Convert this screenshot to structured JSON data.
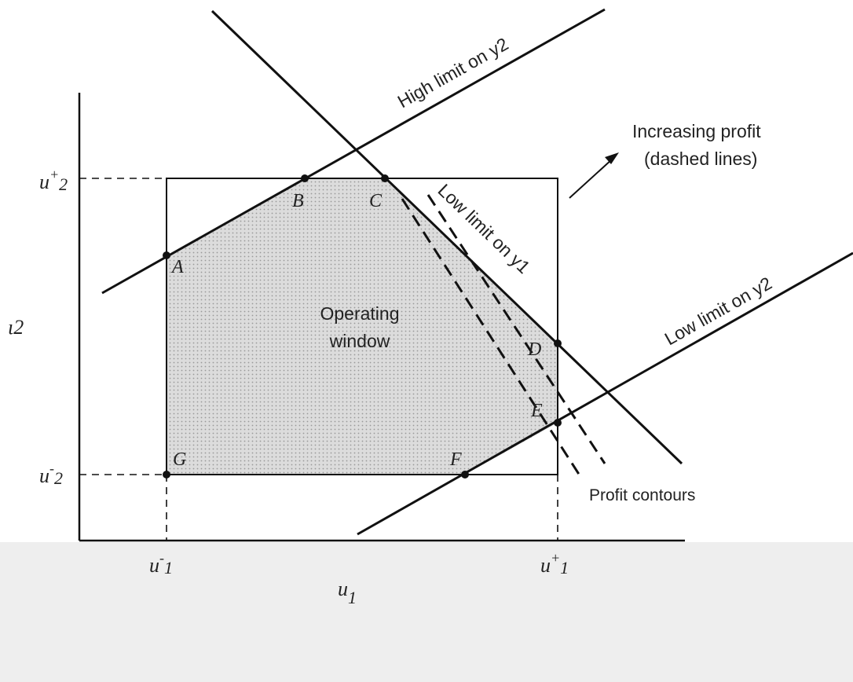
{
  "lines": {
    "high_y2": "High limit on y2",
    "low_y1": "Low limit on y1",
    "low_y2": "Low limit on y2"
  },
  "increasing_profit": {
    "line1": "Increasing profit",
    "line2": "(dashed lines)"
  },
  "profit_contours": "Profit contours",
  "operating_window": {
    "line1": "Operating",
    "line2": "window"
  },
  "points": {
    "A": "A",
    "B": "B",
    "C": "C",
    "D": "D",
    "E": "E",
    "F": "F",
    "G": "G"
  },
  "axes": {
    "y_label": "ι2",
    "x_label_base": "u",
    "x_label_sub": "1",
    "u2_plus_base": "u",
    "u2_plus_sup": "+",
    "u2_plus_sub": "2",
    "u2_minus_base": "u",
    "u2_minus_sup": "-",
    "u2_minus_sub": "2",
    "u1_minus_base": "u",
    "u1_minus_sup": "-",
    "u1_minus_sub": "1",
    "u1_plus_base": "u",
    "u1_plus_sup": "+",
    "u1_plus_sub": "1"
  },
  "colors": {
    "ink": "#111111",
    "shade": "#d9d9d9",
    "band": "#eeeeee"
  }
}
